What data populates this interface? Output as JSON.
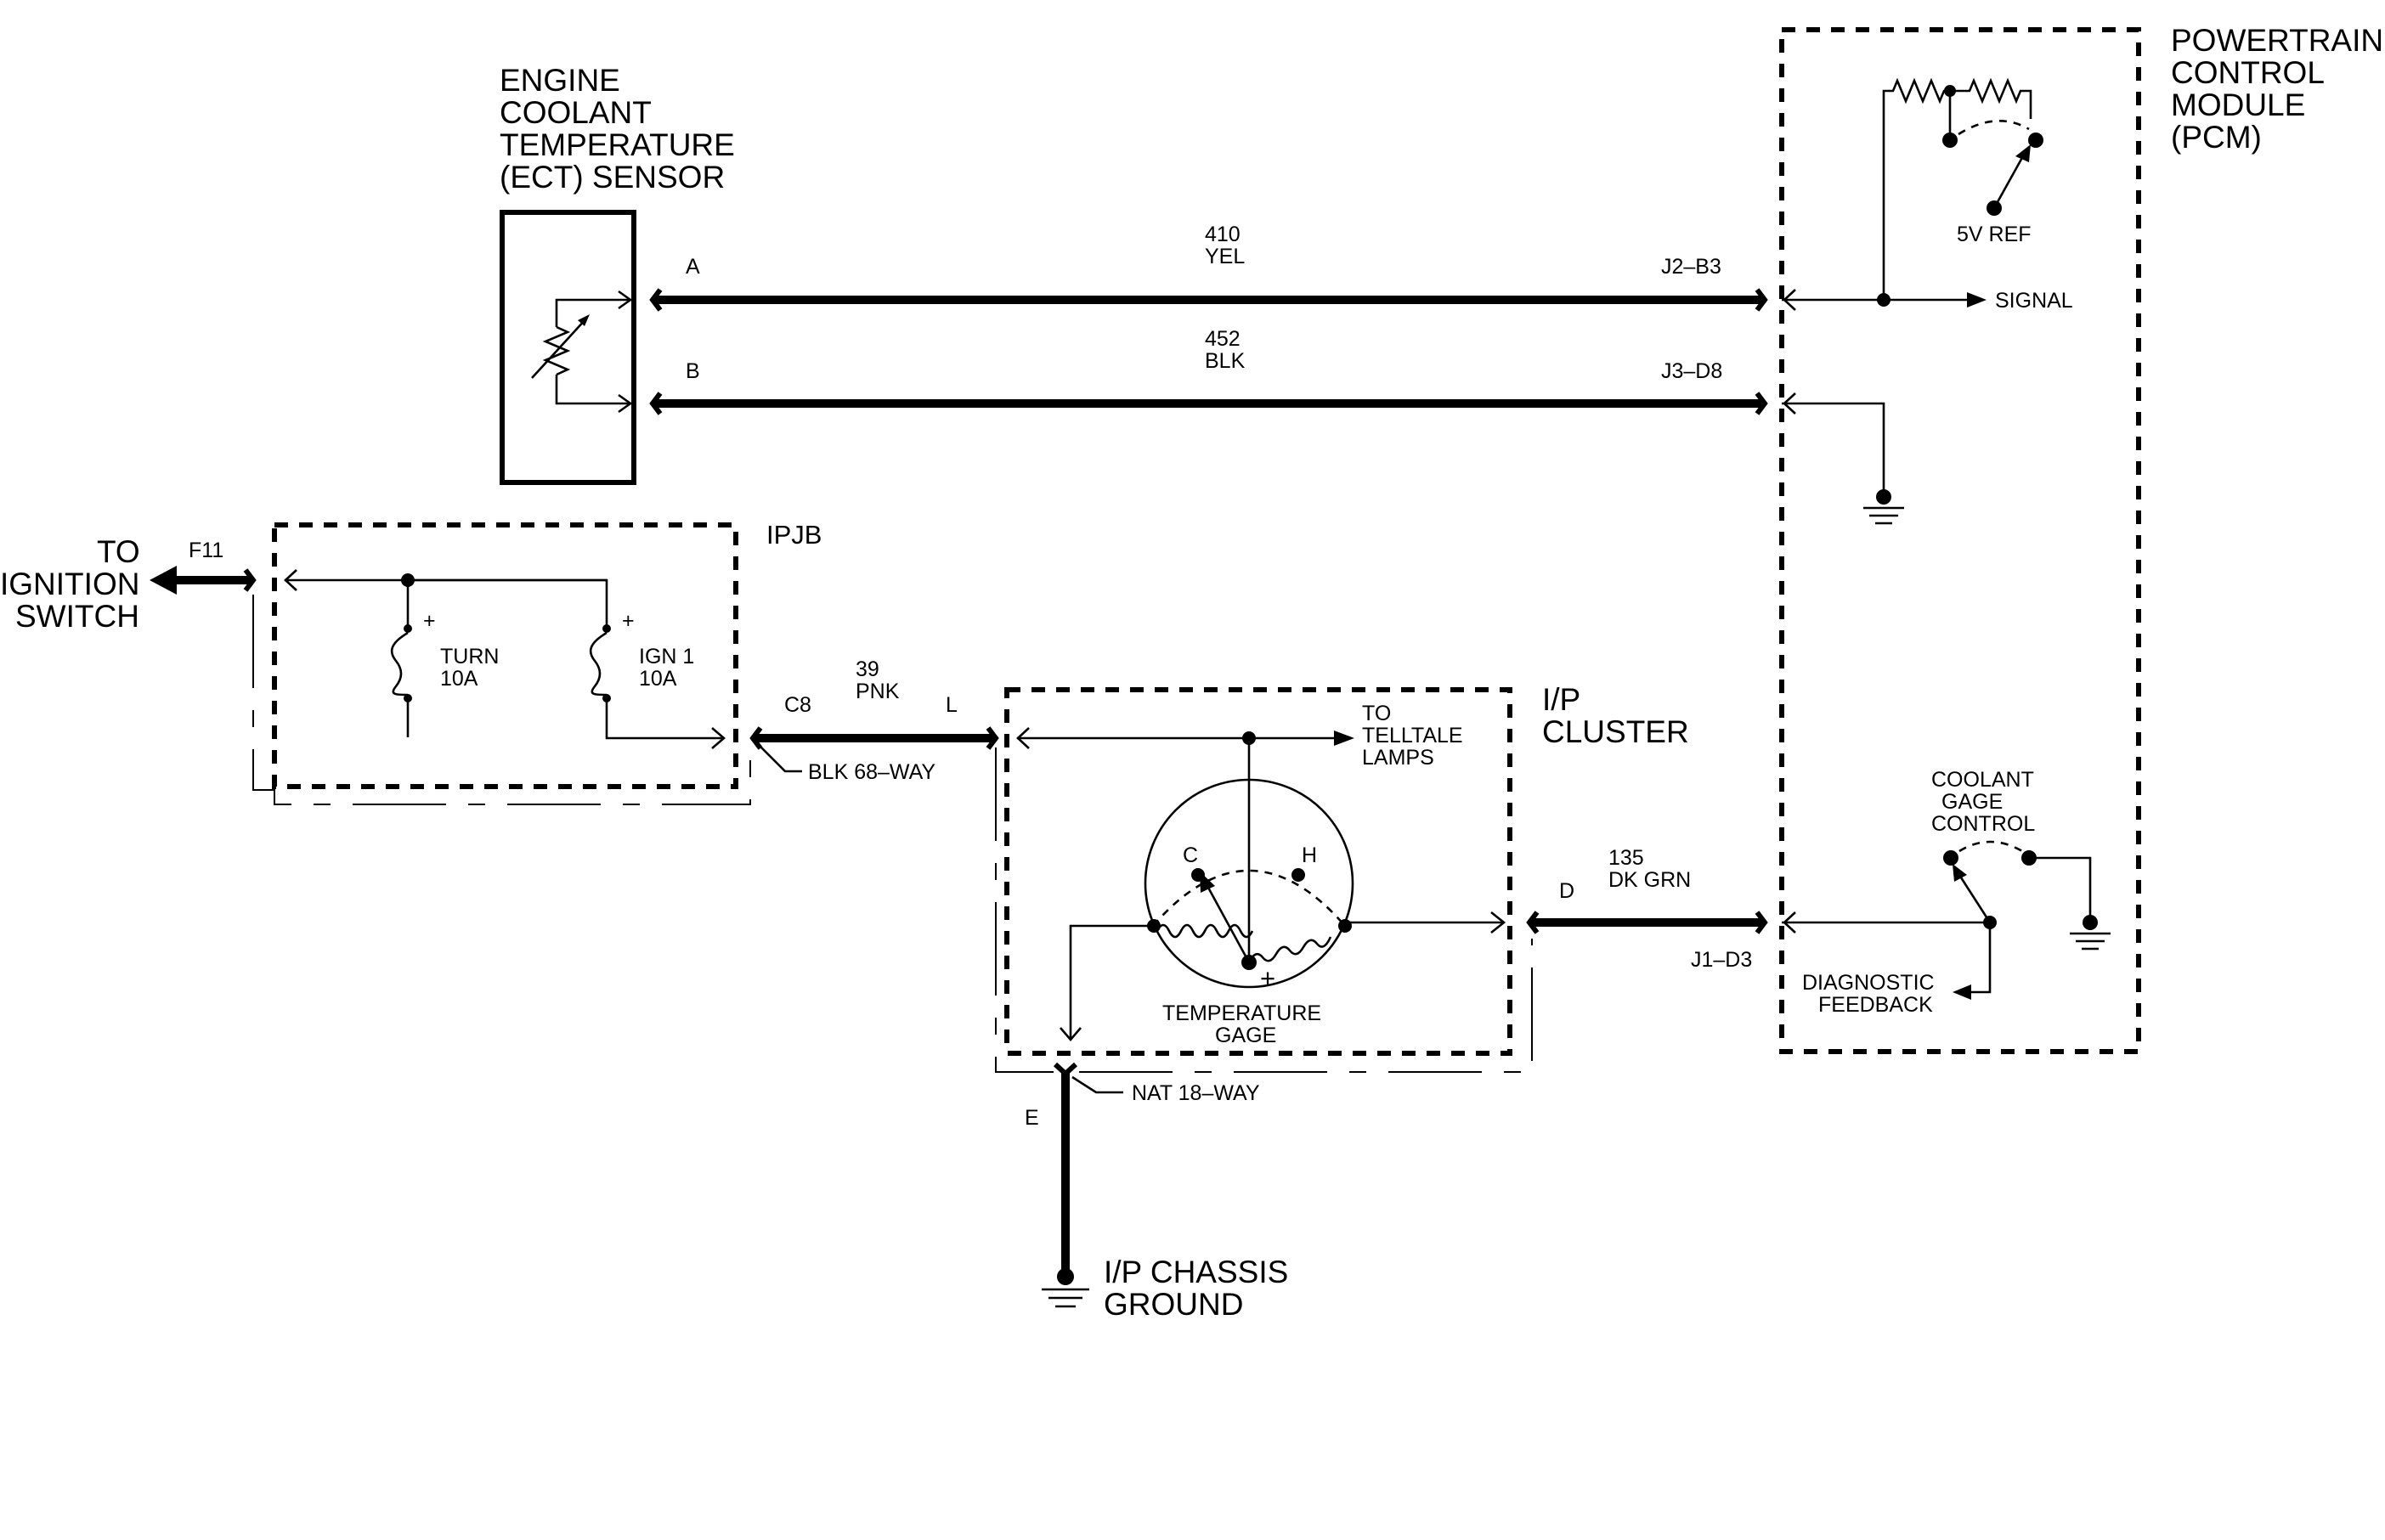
{
  "ect_sensor": {
    "title_lines": [
      "ENGINE",
      "COOLANT",
      "TEMPERATURE",
      "(ECT) SENSOR"
    ],
    "pin_a": "A",
    "pin_b": "B"
  },
  "pcm": {
    "title_lines": [
      "POWERTRAIN",
      "CONTROL",
      "MODULE",
      "(PCM)"
    ],
    "ref_label": "5V REF",
    "signal_label": "SIGNAL",
    "gage_control_lines": [
      "COOLANT",
      "GAGE",
      "CONTROL"
    ],
    "diagnostic_lines": [
      "DIAGNOSTIC",
      "FEEDBACK"
    ]
  },
  "wires": {
    "w410": {
      "circuit": "410",
      "color": "YEL",
      "pcm_pin": "J2–B3"
    },
    "w452": {
      "circuit": "452",
      "color": "BLK",
      "pcm_pin": "J3–D8"
    },
    "w39": {
      "circuit": "39",
      "color": "PNK",
      "left_pin": "C8",
      "right_pin": "L",
      "connector": "BLK 68–WAY"
    },
    "w135": {
      "circuit": "135",
      "color": "DK GRN",
      "left_pin": "D",
      "pcm_pin": "J1–D3"
    },
    "ground_wire": {
      "pin": "E",
      "connector": "NAT 18–WAY"
    }
  },
  "ignition": {
    "to_lines": [
      "TO",
      "IGNITION",
      "SWITCH"
    ],
    "fuse_id": "F11"
  },
  "ipjb": {
    "title": "IPJB",
    "fuse1_lines": [
      "TURN",
      "10A"
    ],
    "fuse2_lines": [
      "IGN 1",
      "10A"
    ],
    "plus_sign": "+"
  },
  "cluster": {
    "title_lines": [
      "I/P",
      "CLUSTER"
    ],
    "telltale_lines": [
      "TO",
      "TELLTALE",
      "LAMPS"
    ],
    "gage_lines": [
      "TEMPERATURE",
      "GAGE"
    ],
    "cold": "C",
    "hot": "H",
    "plus_sign": "+"
  },
  "ground": {
    "label_lines": [
      "I/P CHASSIS",
      "GROUND"
    ]
  }
}
